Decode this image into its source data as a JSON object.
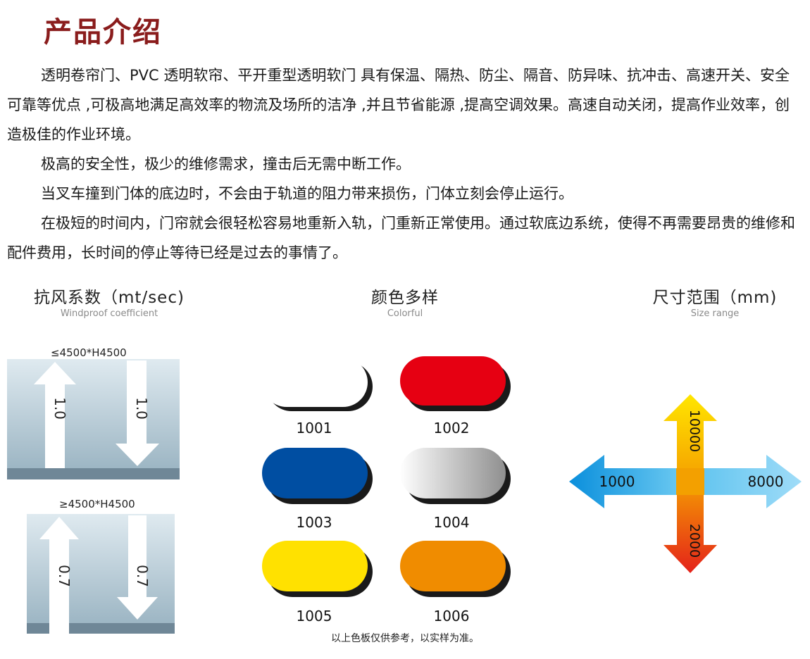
{
  "title": "产品介绍",
  "paragraphs": [
    "透明卷帘门、PVC 透明软帘、平开重型透明软门 具有保温、隔热、防尘、隔音、防异味、抗冲击、高速开关、安全可靠等优点 ,可极高地满足高效率的物流及场所的洁净 ,并且节省能源 ,提高空调效果。高速自动关闭，提高作业效率，创造极佳的作业环境。",
    "极高的安全性，极少的维修需求，撞击后无需中断工作。",
    "当叉车撞到门体的底边时，不会由于轨道的阻力带来损伤，门体立刻会停止运行。",
    "在极短的时间内，门帘就会很轻松容易地重新入轨，门重新正常使用。通过软底边系统，使得不再需要昂贵的维修和配件费用，长时间的停止等待已经是过去的事情了。"
  ],
  "sections": {
    "wind": {
      "title_cn": "抗风系数（mt/sec)",
      "title_en": "Windproof coefficient",
      "panels": [
        {
          "spec": "≤4500*H4500",
          "value_left": "1.0",
          "value_right": "1.0"
        },
        {
          "spec": "≥4500*H4500",
          "value_left": "0.7",
          "value_right": "0.7"
        }
      ]
    },
    "color": {
      "title_cn": "颜色多样",
      "title_en": "Colorful",
      "swatches": [
        {
          "code": "1001",
          "color": "#ffffff"
        },
        {
          "code": "1002",
          "color": "#e60012"
        },
        {
          "code": "1003",
          "color": "#004ea2"
        },
        {
          "code": "1004",
          "color": "#b5b5b5"
        },
        {
          "code": "1005",
          "color": "#ffe100"
        },
        {
          "code": "1006",
          "color": "#f08c00"
        }
      ],
      "note": "以上色板仅供参考，以实样为准。"
    },
    "size": {
      "title_cn": "尺寸范围（mm)",
      "title_en": "Size range",
      "left": "1000",
      "right": "8000",
      "top": "10000",
      "bottom": "2000"
    }
  },
  "colors": {
    "title": "#8a1c1c",
    "panel_top": "#dce9ef",
    "panel_bottom": "#9fb8c6",
    "panel_edge": "#6f8797",
    "h_arrow": "#2aa6e6",
    "v_arrow_top": "#ffe000",
    "v_arrow_bottom": "#e8271a"
  }
}
